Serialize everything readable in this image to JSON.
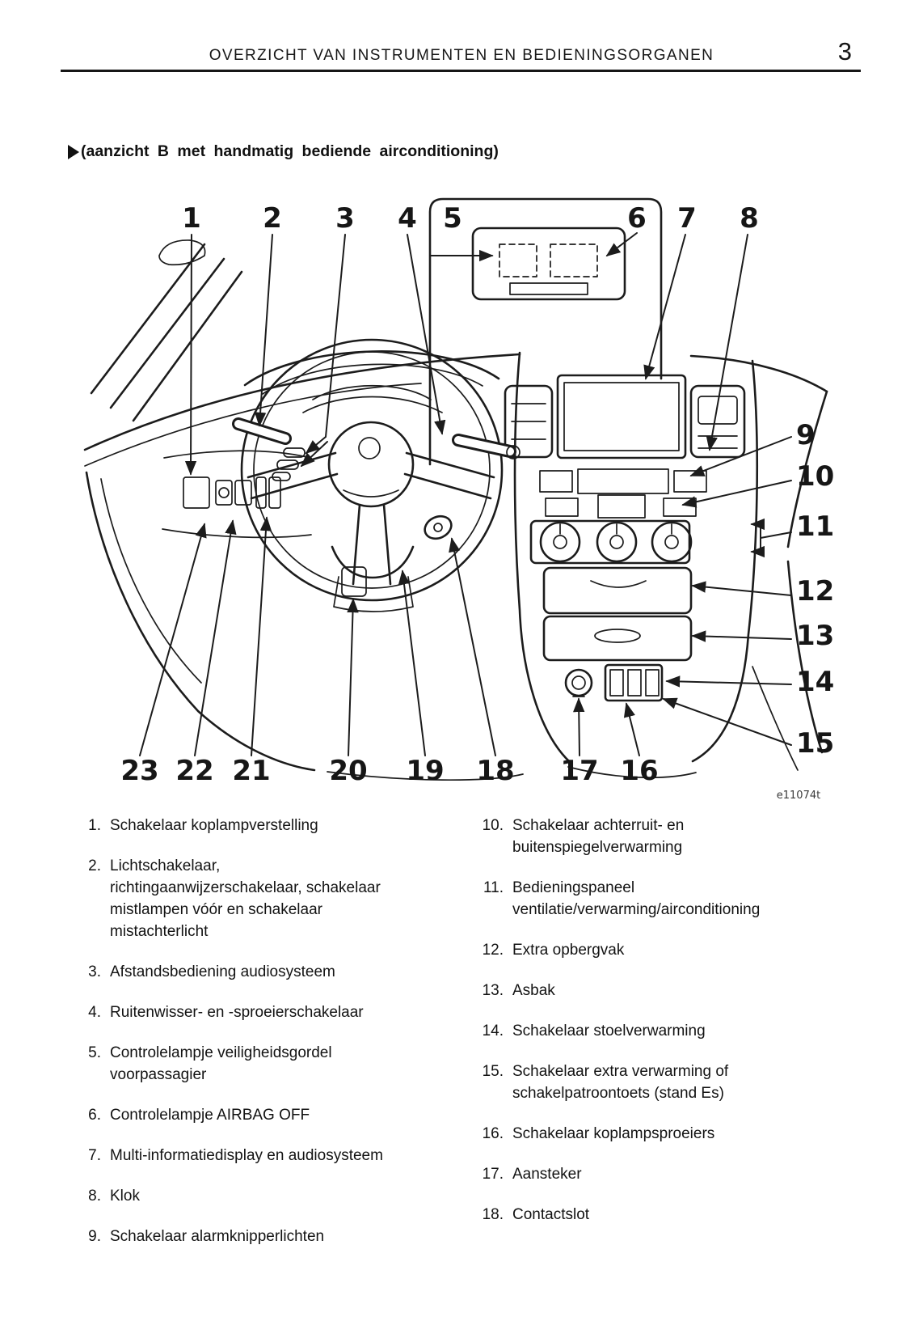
{
  "page": {
    "header_title": "OVERZICHT VAN INSTRUMENTEN EN BEDIENINGSORGANEN",
    "page_number": "3",
    "section_title": "(aanzicht B met handmatig bediende airconditioning)"
  },
  "diagram": {
    "figure_code": "e11074t",
    "callouts_top": [
      "1",
      "2",
      "3",
      "4",
      "5",
      "6",
      "7",
      "8"
    ],
    "callouts_right": [
      "9",
      "10",
      "11",
      "12",
      "13",
      "14",
      "15"
    ],
    "callouts_bottom": [
      "23",
      "22",
      "21",
      "20",
      "19",
      "18",
      "17",
      "16"
    ]
  },
  "legend": {
    "left": [
      {
        "num": "1.",
        "text": "Schakelaar koplampverstelling"
      },
      {
        "num": "2.",
        "text": "Lichtschakelaar,\nrichtingaanwijzerschakelaar, schakelaar\nmistlampen vóór en schakelaar\nmistachterlicht"
      },
      {
        "num": "3.",
        "text": "Afstandsbediening audiosysteem"
      },
      {
        "num": "4.",
        "text": "Ruitenwisser- en -sproeierschakelaar"
      },
      {
        "num": "5.",
        "text": "Controlelampje veiligheidsgordel\nvoorpassagier"
      },
      {
        "num": "6.",
        "text": "Controlelampje AIRBAG OFF"
      },
      {
        "num": "7.",
        "text": "Multi-informatiedisplay en audiosysteem"
      },
      {
        "num": "8.",
        "text": "Klok"
      },
      {
        "num": "9.",
        "text": "Schakelaar alarmknipperlichten"
      }
    ],
    "right": [
      {
        "num": "10.",
        "text": "Schakelaar achterruit- en\nbuitenspiegelverwarming"
      },
      {
        "num": "11.",
        "text": "Bedieningspaneel\nventilatie/verwarming/airconditioning"
      },
      {
        "num": "12.",
        "text": "Extra opbergvak"
      },
      {
        "num": "13.",
        "text": "Asbak"
      },
      {
        "num": "14.",
        "text": "Schakelaar stoelverwarming"
      },
      {
        "num": "15.",
        "text": "Schakelaar extra verwarming of\nschakelpatroontoets (stand Es)"
      },
      {
        "num": "16.",
        "text": "Schakelaar koplampsproeiers"
      },
      {
        "num": "17.",
        "text": "Aansteker"
      },
      {
        "num": "18.",
        "text": "Contactslot"
      }
    ]
  }
}
